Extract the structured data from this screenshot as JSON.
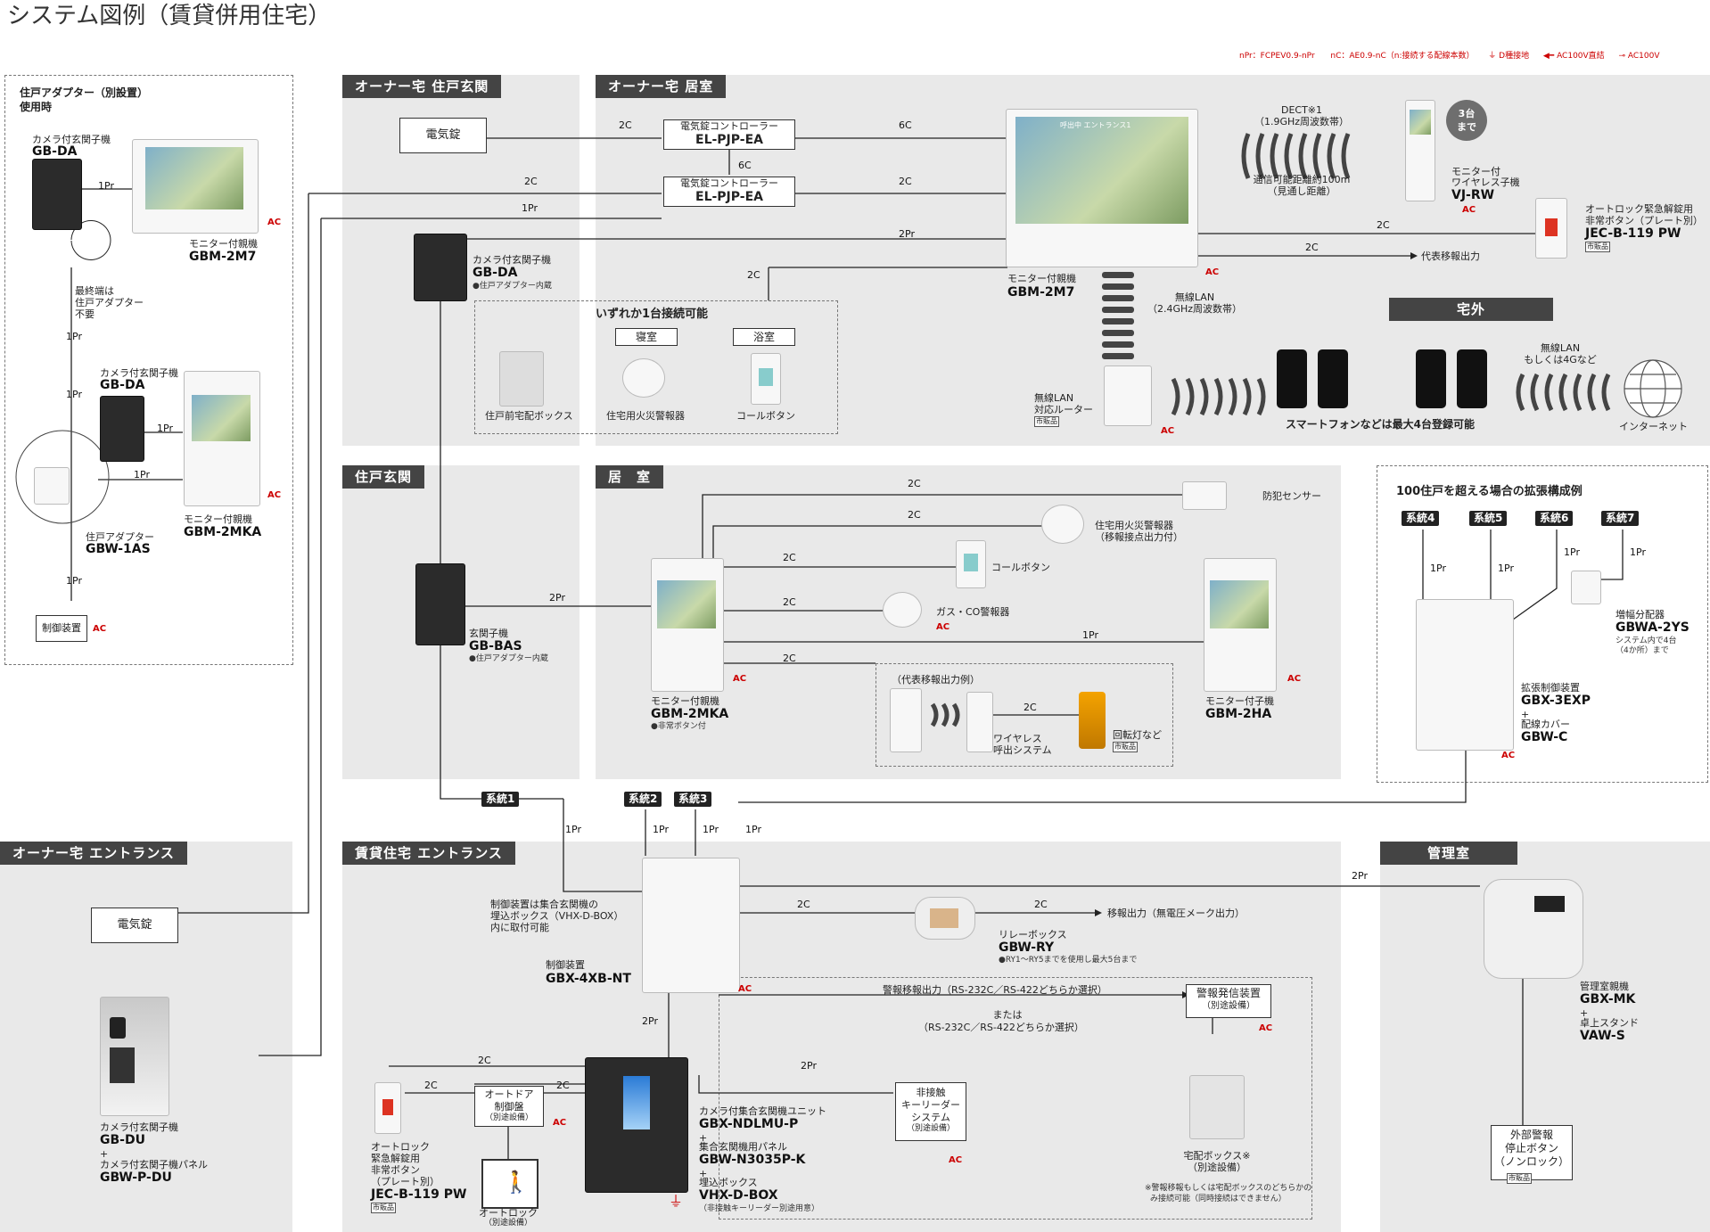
{
  "title": "システム図例（賃貸併用住宅）",
  "legend": {
    "npr": "nPr：FCPEV0.9-nPr",
    "nc": "nC：AE0.9-nC（n:接続する配線本数）",
    "earth": "D種接地",
    "ac_direct": "AC100V直結",
    "ac": "AC100V"
  },
  "common": {
    "ac": "AC",
    "market": "市販品"
  },
  "left_option": {
    "heading": [
      "住戸アダプター（別設置）",
      "使用時"
    ],
    "camera1_label": "カメラ付玄関子機",
    "camera1_model": "GB-DA",
    "monitor1_label": "モニター付親機",
    "monitor1_model": "GBM-2M7",
    "end_note": [
      "最終端は",
      "住戸アダプター",
      "不要"
    ],
    "camera2_label": "カメラ付玄関子機",
    "camera2_model": "GB-DA",
    "monitor2_label": "モニター付親機",
    "monitor2_model": "GBM-2MKA",
    "adapter_label": "住戸アダプター",
    "adapter_model": "GBW-1AS",
    "control": "制御装置"
  },
  "sections": {
    "owner_entrance": "オーナー宅 住戸玄関",
    "owner_room": "オーナー宅 居室",
    "outside": "宅外",
    "unit_entrance": "住戸玄関",
    "room": "居　室",
    "expansion": "100住戸を超える場合の拡張構成例",
    "owner_lobby": "オーナー宅 エントランス",
    "rental_lobby": "賃貸住宅 エントランス",
    "manager": "管理室"
  },
  "owner_entrance": {
    "lock": "電気錠",
    "camera_label": "カメラ付玄関子機",
    "camera_model": "GB-DA",
    "camera_note": "●住戸アダプター内蔵"
  },
  "owner_room": {
    "ctrl1_label": "電気錠コントローラー",
    "ctrl1_model": "EL-PJP-EA",
    "ctrl2_label": "電気錠コントローラー",
    "ctrl2_model": "EL-PJP-EA",
    "monitor_label": "モニター付親機",
    "monitor_model": "GBM-2M7",
    "monitor_screen": "呼出中 エントランス1",
    "dect": [
      "DECT※1",
      "（1.9GHz周波数帯）"
    ],
    "dect_range": [
      "通信可能距離約100m",
      "（見通し距離）"
    ],
    "wireless_label": [
      "モニター付",
      "ワイヤレス子機"
    ],
    "wireless_model": "VJ-RW",
    "badge": [
      "3台",
      "まで"
    ],
    "autolock_label": [
      "オートロック緊急解錠用",
      "非常ボタン（プレート別）"
    ],
    "autolock_model": "JEC-B-119 PW",
    "transfer": "代表移報出力",
    "wlan": [
      "無線LAN",
      "（2.4GHz周波数帯）"
    ],
    "router_label": [
      "無線LAN",
      "対応ルーター"
    ],
    "choice_title": "いずれか1台接続可能",
    "bedroom": "寝室",
    "bathroom": "浴室",
    "delivery": "住戸前宅配ボックス",
    "fire": "住宅用火災警報器",
    "call": "コールボタン"
  },
  "outside": {
    "net_label": [
      "無線LAN",
      "もしくは4Gなど"
    ],
    "internet": "インターネット",
    "phones": "スマートフォンなどは最大4台登録可能"
  },
  "unit_entrance": {
    "door_label": "玄関子機",
    "door_model": "GB-BAS",
    "door_note": "●住戸アダプター内蔵"
  },
  "room": {
    "security": "防犯センサー",
    "fire": [
      "住宅用火災警報器",
      "（移報接点出力付）"
    ],
    "call": "コールボタン",
    "gas": "ガス・CO警報器",
    "transfer_example": "（代表移報出力例）",
    "wireless_call": [
      "ワイヤレス",
      "呼出システム"
    ],
    "lamp": "回転灯など",
    "monitor_label": "モニター付親機",
    "monitor_model": "GBM-2MKA",
    "monitor_note": "●非常ボタン付",
    "sub_label": "モニター付子機",
    "sub_model": "GBM-2HA"
  },
  "expansion": {
    "systems": [
      "系統4",
      "系統5",
      "系統6",
      "系統7"
    ],
    "splitter_label": "増幅分配器",
    "splitter_model": "GBWA-2YS",
    "splitter_note": [
      "システム内で4台",
      "（4か所）まで"
    ],
    "unit_label": "拡張制御装置",
    "unit_model": "GBX-3EXP",
    "plus": "+",
    "cover_label": "配線カバー",
    "cover_model": "GBW-C"
  },
  "owner_lobby": {
    "lock": "電気錠",
    "camera_label": "カメラ付玄関子機",
    "camera_model": "GB-DU",
    "plus": "+",
    "panel_label": "カメラ付玄関子機パネル",
    "panel_model": "GBW-P-DU"
  },
  "rental_lobby": {
    "sys": [
      "系統1",
      "系統2",
      "系統3"
    ],
    "control_note": [
      "制御装置は集合玄関機の",
      "埋込ボックス（VHX-D-BOX）",
      "内に取付可能"
    ],
    "control_label": "制御装置",
    "control_model": "GBX-4XB-NT",
    "relay_label": "リレーボックス",
    "relay_model": "GBW-RY",
    "relay_note": "●RY1～RY5までを使用し最大5台まで",
    "move_out": "移報出力（無電圧メーク出力）",
    "alarm_out": "警報移報出力（RS-232C／RS-422どちらか選択）",
    "or": "または",
    "rs": "（RS-232C／RS-422どちらか選択）",
    "alarm_device": [
      "警報発信装置",
      "（別途設備）"
    ],
    "autodoor": [
      "オートドア",
      "制御盤",
      "（別途設備）"
    ],
    "autolock_door": [
      "オートロック",
      "（別途設備）"
    ],
    "emergency_label": [
      "オートロック",
      "緊急解錠用",
      "非常ボタン",
      "（プレート別）"
    ],
    "emergency_model": "JEC-B-119 PW",
    "entrance_label": "カメラ付集合玄関機ユニット",
    "entrance_model": "GBX-NDLMU-P",
    "panel_label": "集合玄関機用パネル",
    "panel_model": "GBW-N3035P-K",
    "box_label": "埋込ボックス",
    "box_model": "VHX-D-BOX",
    "box_note": "（非接触キーリーダー別途用意）",
    "plus": "+",
    "keyless": [
      "非接触",
      "キーリーダー",
      "システム",
      "（別途設備）"
    ],
    "delivery": [
      "宅配ボックス※",
      "（別途設備）"
    ],
    "delivery_note": [
      "※警報移報もしくは宅配ボックスのどちらかの",
      "み接続可能（同時接続はできません）"
    ]
  },
  "manager": {
    "phone_label": "管理室親機",
    "phone_model": "GBX-MK",
    "plus": "+",
    "stand_label": "卓上スタンド",
    "stand_model": "VAW-S",
    "stop_button": [
      "外部警報",
      "停止ボタン",
      "（ノンロック）"
    ]
  },
  "wires": {
    "w2c": "2C",
    "w6c": "6C",
    "w1pr": "1Pr",
    "w2pr": "2Pr"
  }
}
